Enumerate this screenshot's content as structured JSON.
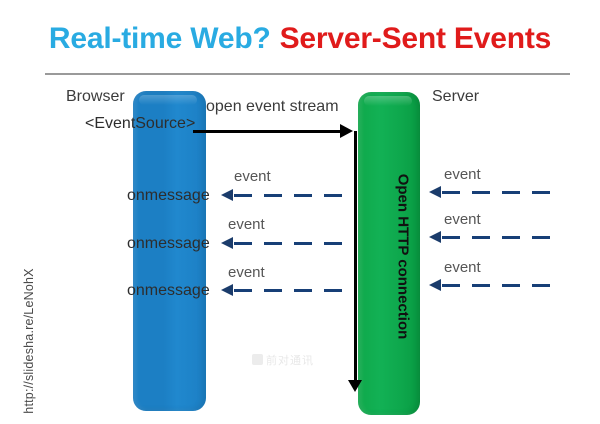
{
  "slide": {
    "title": {
      "part_a": "Real-time Web?",
      "part_b": "Server-Sent Events"
    },
    "side_url": "http://slidesha.re/LeNohX",
    "watermark": "前对通讯"
  },
  "diagram": {
    "browser": {
      "label": "Browser",
      "api_label": "<EventSource>",
      "color": "#1C7FC4"
    },
    "server": {
      "label": "Server",
      "connection_label": "Open HTTP connection",
      "color": "#0FA84A"
    },
    "open_stream": {
      "label": "open event stream",
      "arrow_color": "#000000",
      "direction": "right"
    },
    "client_rows": [
      {
        "handler": "onmessage",
        "event_label": "event"
      },
      {
        "handler": "onmessage",
        "event_label": "event"
      },
      {
        "handler": "onmessage",
        "event_label": "event"
      }
    ],
    "server_rows": [
      {
        "event_label": "event"
      },
      {
        "event_label": "event"
      },
      {
        "event_label": "event"
      }
    ],
    "dashed_arrow_color": "#1B3C6B",
    "direction_note": "left"
  }
}
